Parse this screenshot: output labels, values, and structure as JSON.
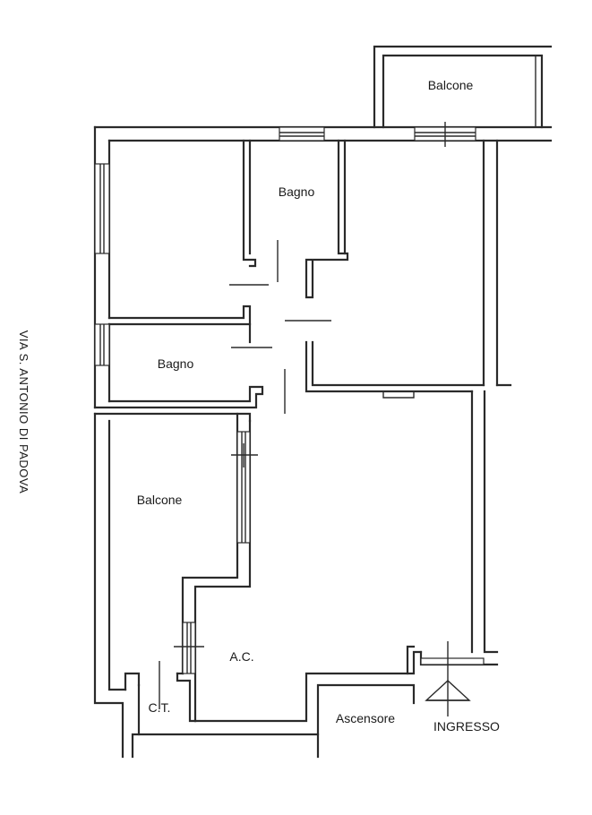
{
  "street_label": "VIA S. ANTONIO DI PADOVA",
  "rooms": {
    "balcone_top": "Balcone",
    "bagno_top": "Bagno",
    "bagno_left": "Bagno",
    "balcone_left": "Balcone",
    "ac": "A.C.",
    "ct": "C.T.",
    "ascensore": "Ascensore",
    "ingresso": "INGRESSO"
  }
}
